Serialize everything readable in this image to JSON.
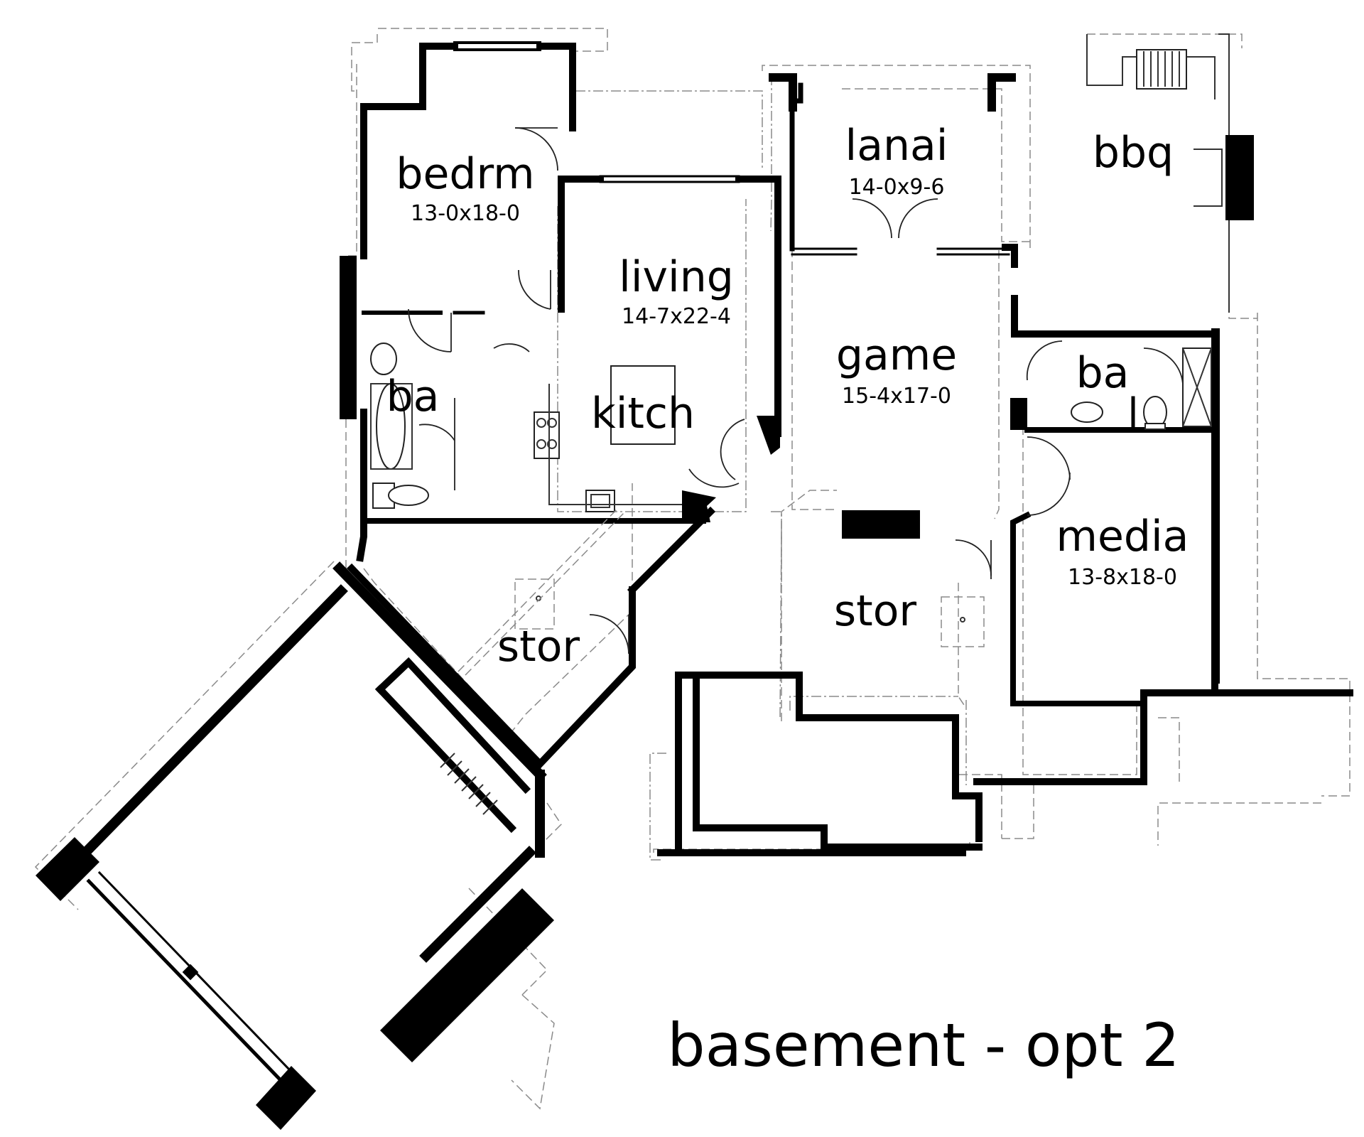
{
  "title": "basement - opt 2",
  "rooms": {
    "bedrm": {
      "name": "bedrm",
      "dims": "13-0x18-0"
    },
    "lanai": {
      "name": "lanai",
      "dims": "14-0x9-6"
    },
    "bbq": {
      "name": "bbq"
    },
    "living": {
      "name": "living",
      "dims": "14-7x22-4"
    },
    "kitch": {
      "name": "kitch"
    },
    "game": {
      "name": "game",
      "dims": "15-4x17-0"
    },
    "ba_left": {
      "name": "ba"
    },
    "ba_right": {
      "name": "ba"
    },
    "media": {
      "name": "media",
      "dims": "13-8x18-0"
    },
    "stor_left": {
      "name": "stor"
    },
    "stor_right": {
      "name": "stor"
    }
  },
  "colors": {
    "wall": "#000000",
    "background": "#ffffff",
    "dashed_outline": "#8a8a8a"
  }
}
